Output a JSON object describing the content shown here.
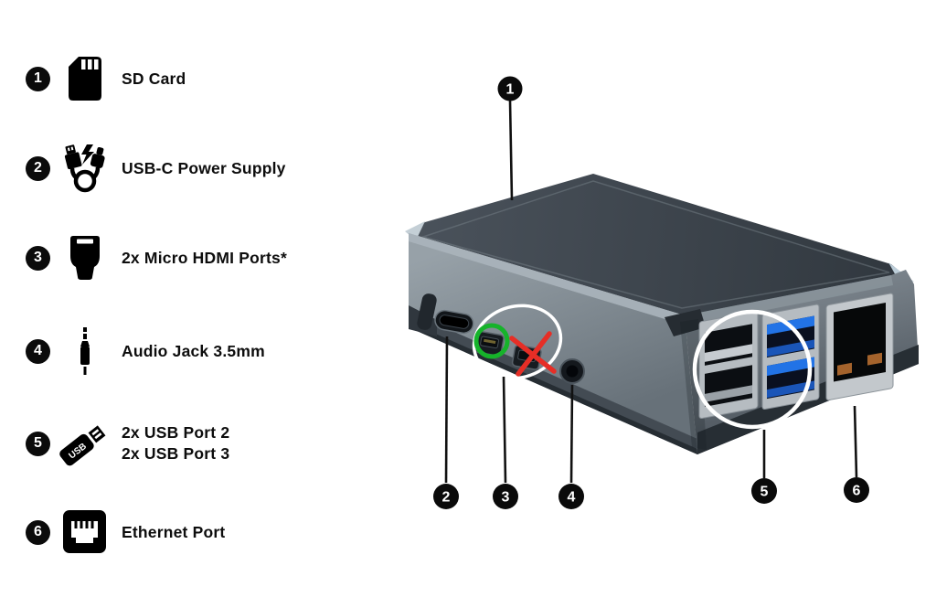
{
  "legend": {
    "items": [
      {
        "number": "1",
        "label": "SD Card",
        "icon": "sd-card-icon"
      },
      {
        "number": "2",
        "label": "USB-C Power Supply",
        "icon": "usb-power-cable-icon"
      },
      {
        "number": "3",
        "label": "2x Micro HDMI Ports*",
        "icon": "micro-hdmi-icon"
      },
      {
        "number": "4",
        "label": "Audio Jack 3.5mm",
        "icon": "audio-jack-icon"
      },
      {
        "number": "5",
        "label": "2x USB Port 2",
        "label2": "2x USB Port 3",
        "icon": "usb-drive-icon",
        "icon_text": "USB"
      },
      {
        "number": "6",
        "label": "Ethernet Port",
        "icon": "ethernet-port-icon"
      }
    ]
  },
  "diagram": {
    "callouts": [
      "1",
      "2",
      "3",
      "4",
      "5",
      "6"
    ],
    "annotations": {
      "correct_hdmi_marker": "green-circle",
      "wrong_hdmi_marker": "red-x",
      "hdmi_highlight": "white-ellipse",
      "usb_highlight": "white-circle"
    },
    "colors": {
      "green_circle": "#16b32a",
      "red_x": "#e62e26",
      "usb3_blue": "#2273e6",
      "usb3_blue_dark": "#1a55b8",
      "ethernet_contact": "#a4632c",
      "case_top_light": "#4a525b",
      "case_top_dark": "#30373e",
      "case_left_light": "#97a1a8",
      "case_left_dark": "#677179",
      "case_right_light": "#7b848c",
      "case_right_dark": "#454d55"
    }
  }
}
